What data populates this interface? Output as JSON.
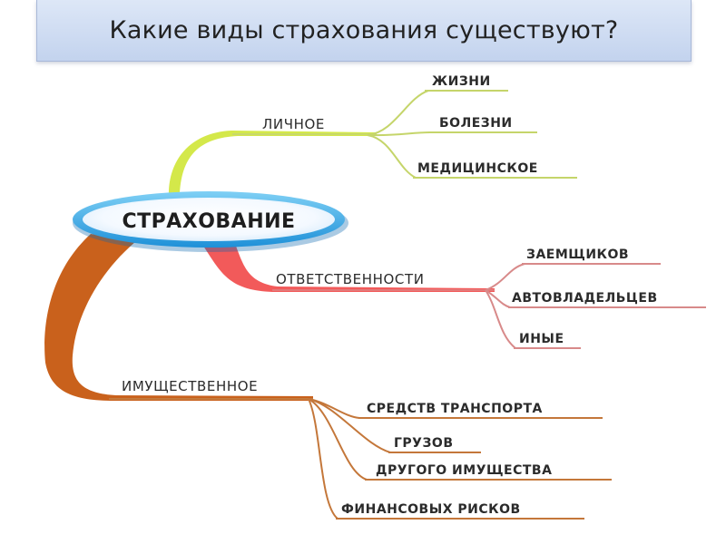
{
  "title": "Какие виды страхования существуют?",
  "center": {
    "label": "СТРАХОВАНИЕ"
  },
  "branches": [
    {
      "label": "ЛИЧНОЕ",
      "color": "#d4e84a",
      "leaves": [
        "ЖИЗНИ",
        "БОЛЕЗНИ",
        "МЕДИЦИНСКОЕ"
      ]
    },
    {
      "label": "ОТВЕТСТВЕННОСТИ",
      "color": "#f25a5a",
      "leaves": [
        "ЗАЕМЩИКОВ",
        "АВТОВЛАДЕЛЬЦЕВ",
        "ИНЫЕ"
      ]
    },
    {
      "label": "ИМУЩЕСТВЕННОЕ",
      "color": "#c9611c",
      "leaves": [
        "СРЕДСТВ ТРАНСПОРТА",
        "ГРУЗОВ",
        "ДРУГОГО ИМУЩЕСТВА",
        "ФИНАНСОВЫХ РИСКОВ"
      ]
    }
  ]
}
